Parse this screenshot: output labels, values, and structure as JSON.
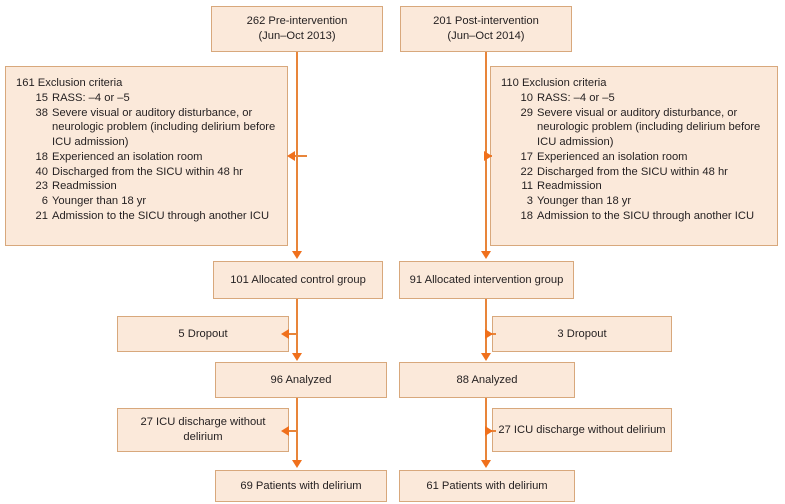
{
  "colors": {
    "box_fill": "#fbe9da",
    "box_border": "#d8a87c",
    "connector": "#e8853a",
    "arrow": "#f0701c",
    "text": "#231f20",
    "background": "#ffffff"
  },
  "flowchart": {
    "type": "participant-flow-diagram",
    "left_arm": {
      "enrollment": {
        "line1": "262 Pre-intervention",
        "line2": "(Jun–Oct 2013)"
      },
      "exclusion": {
        "title_count": "161",
        "title_label": "Exclusion criteria",
        "items": [
          {
            "count": "15",
            "label": "RASS: –4 or –5"
          },
          {
            "count": "38",
            "label": "Severe visual or auditory disturbance, or neurologic problem (including delirium before ICU admission)"
          },
          {
            "count": "18",
            "label": "Experienced an isolation room"
          },
          {
            "count": "40",
            "label": "Discharged from the SICU within 48 hr"
          },
          {
            "count": "23",
            "label": "Readmission"
          },
          {
            "count": "6",
            "label": "Younger than 18 yr"
          },
          {
            "count": "21",
            "label": "Admission to the SICU through another ICU"
          }
        ]
      },
      "allocated": "101 Allocated control group",
      "dropout": "5 Dropout",
      "analyzed": "96 Analyzed",
      "discharge_without_delirium": "27 ICU discharge without delirium",
      "with_delirium": "69 Patients with delirium"
    },
    "right_arm": {
      "enrollment": {
        "line1": "201 Post-intervention",
        "line2": "(Jun–Oct 2014)"
      },
      "exclusion": {
        "title_count": "110",
        "title_label": "Exclusion criteria",
        "items": [
          {
            "count": "10",
            "label": "RASS: –4 or –5"
          },
          {
            "count": "29",
            "label": "Severe visual or auditory disturbance, or neurologic problem (including delirium before ICU admission)"
          },
          {
            "count": "17",
            "label": "Experienced an isolation room"
          },
          {
            "count": "22",
            "label": "Discharged from the SICU within 48 hr"
          },
          {
            "count": "11",
            "label": "Readmission"
          },
          {
            "count": "3",
            "label": "Younger than 18 yr"
          },
          {
            "count": "18",
            "label": "Admission to the SICU through another ICU"
          }
        ]
      },
      "allocated": "91 Allocated intervention group",
      "dropout": "3 Dropout",
      "analyzed": "88 Analyzed",
      "discharge_without_delirium": "27 ICU discharge without delirium",
      "with_delirium": "61 Patients with delirium"
    }
  }
}
